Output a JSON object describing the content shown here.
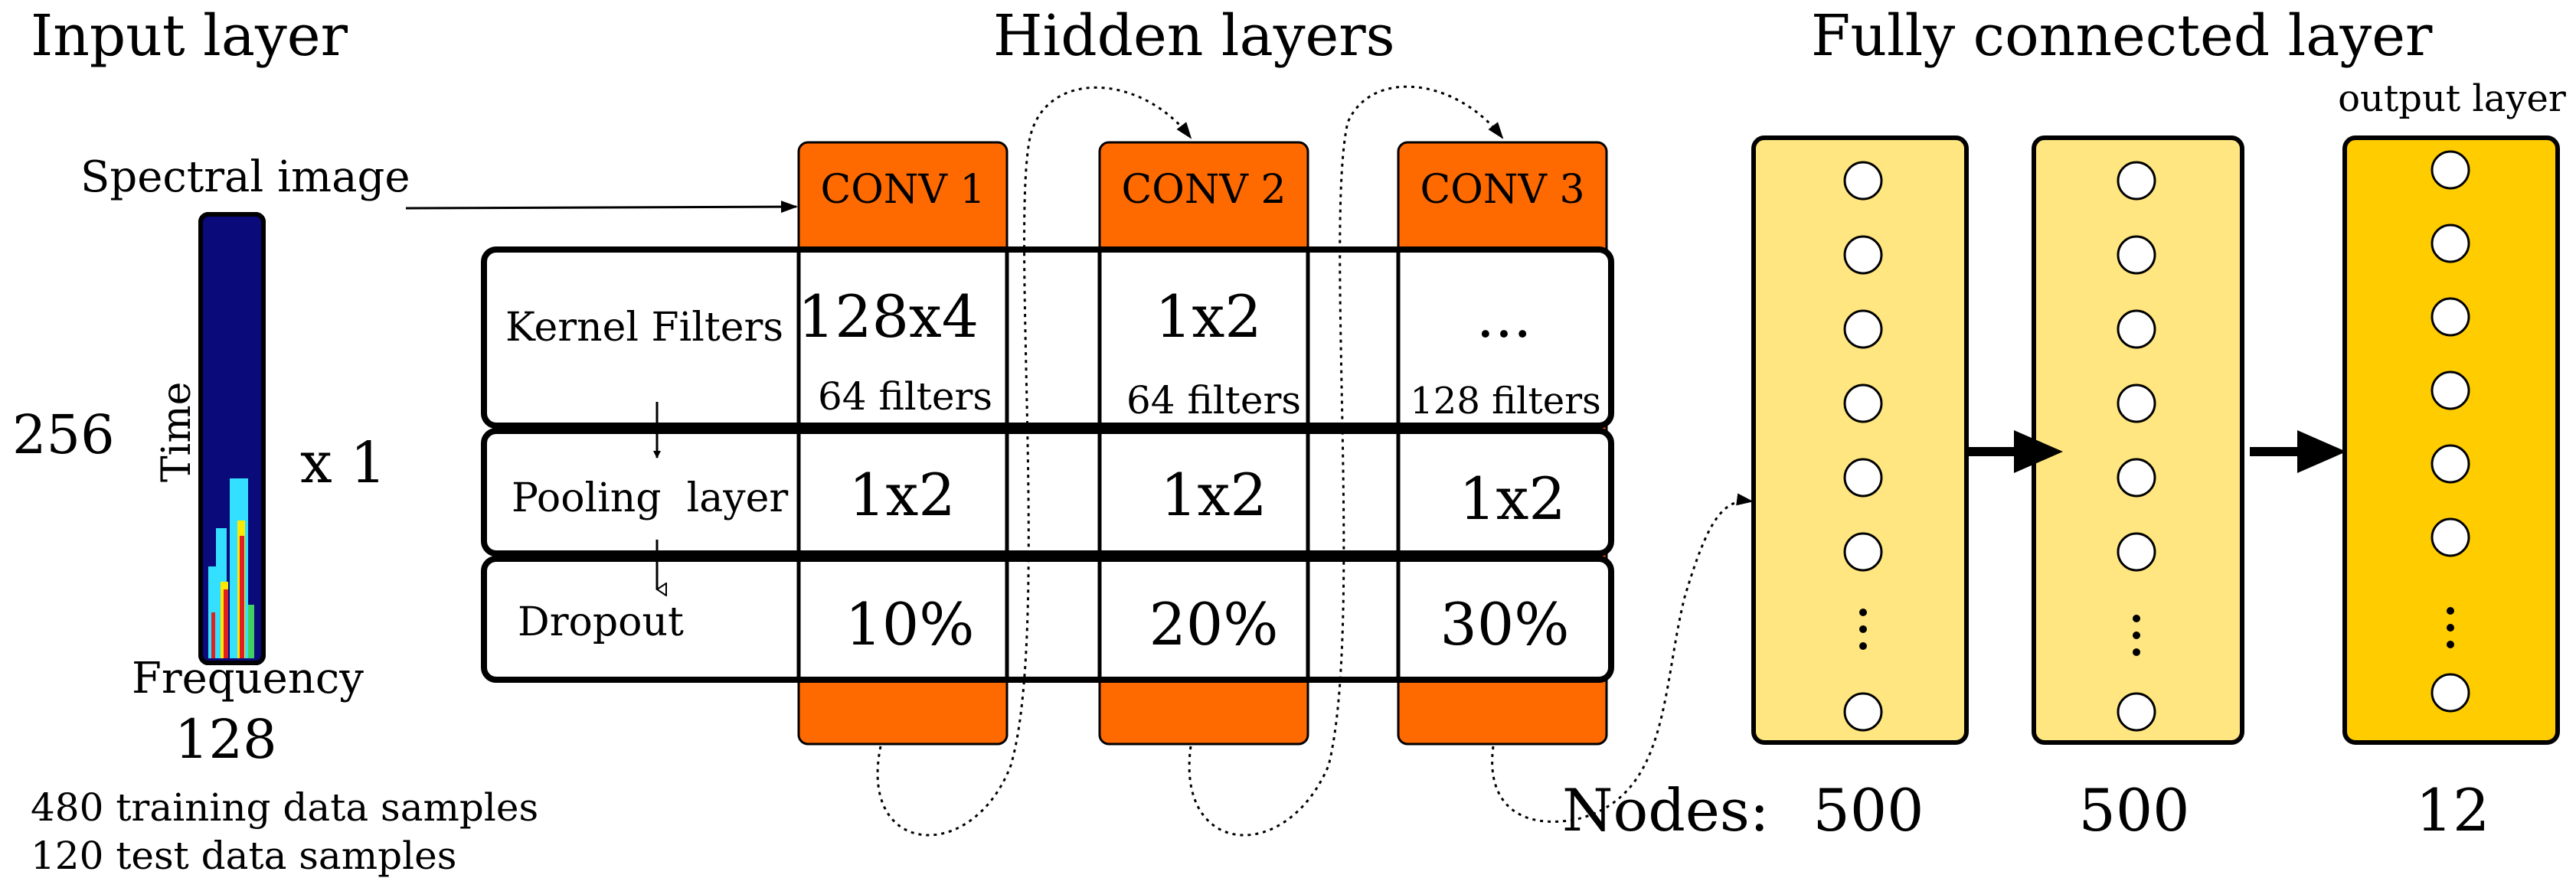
{
  "input": {
    "heading": "Input layer",
    "spectral_label": "Spectral image",
    "height_value": "256",
    "time_label": "Time",
    "channels": "x 1",
    "frequency_label": "Frequency",
    "width_value": "128",
    "training_samples": "480 training data samples",
    "test_samples": "120 test data samples"
  },
  "hidden": {
    "heading": "Hidden layers",
    "row_labels": {
      "kernel": "Kernel Filters",
      "pooling": "Pooling  layer",
      "dropout": "Dropout"
    },
    "layers": [
      {
        "name": "CONV 1",
        "kernel": "128x4",
        "filters": "64 filters",
        "pool": "1x2",
        "dropout": "10%"
      },
      {
        "name": "CONV 2",
        "kernel": "1x2",
        "filters": "64 filters",
        "pool": "1x2",
        "dropout": "20%"
      },
      {
        "name": "CONV 3",
        "kernel": "...",
        "filters": "128 filters",
        "pool": "1x2",
        "dropout": "30%"
      }
    ]
  },
  "fc": {
    "heading": "Fully connected layer",
    "nodes_label": "Nodes:",
    "output_label": "output layer",
    "layers": [
      {
        "nodes": "500"
      },
      {
        "nodes": "500"
      },
      {
        "nodes": "12"
      }
    ]
  },
  "colors": {
    "conv_orange": "#ff6a00",
    "fc_light": "#ffe680",
    "fc_output": "#ffcc00",
    "spectrogram_bg": "#0a0a7a"
  }
}
